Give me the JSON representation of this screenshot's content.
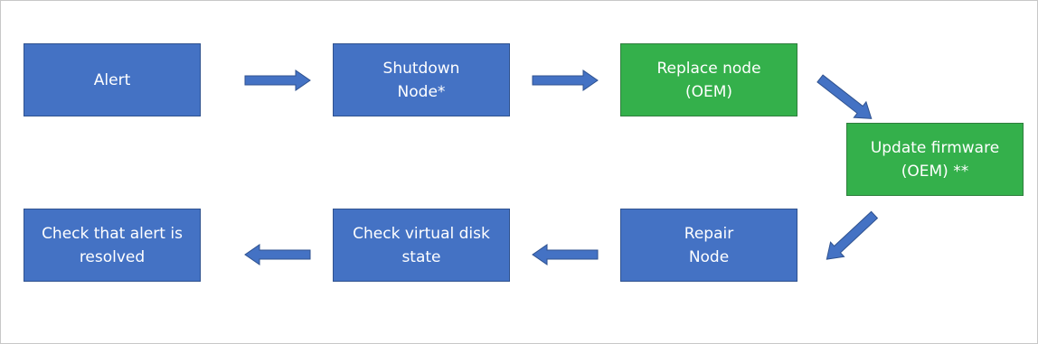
{
  "diagram": {
    "colors": {
      "blue_node": "#4472c4",
      "green_node": "#34b04b",
      "arrow": "#4472c4"
    },
    "nodes": [
      {
        "id": "alert",
        "label": "Alert",
        "color": "blue"
      },
      {
        "id": "shutdown",
        "label": "Shutdown\nNode*",
        "color": "blue"
      },
      {
        "id": "replace",
        "label": "Replace node\n(OEM)",
        "color": "green"
      },
      {
        "id": "firmware",
        "label": "Update firmware\n(OEM) **",
        "color": "green"
      },
      {
        "id": "repair",
        "label": "Repair\nNode",
        "color": "blue"
      },
      {
        "id": "check-disk",
        "label": "Check virtual disk\nstate",
        "color": "blue"
      },
      {
        "id": "check-resolved",
        "label": "Check that alert is\nresolved",
        "color": "blue"
      }
    ],
    "edges": [
      {
        "from": "alert",
        "to": "shutdown"
      },
      {
        "from": "shutdown",
        "to": "replace"
      },
      {
        "from": "replace",
        "to": "firmware"
      },
      {
        "from": "firmware",
        "to": "repair"
      },
      {
        "from": "repair",
        "to": "check-disk"
      },
      {
        "from": "check-disk",
        "to": "check-resolved"
      }
    ]
  }
}
